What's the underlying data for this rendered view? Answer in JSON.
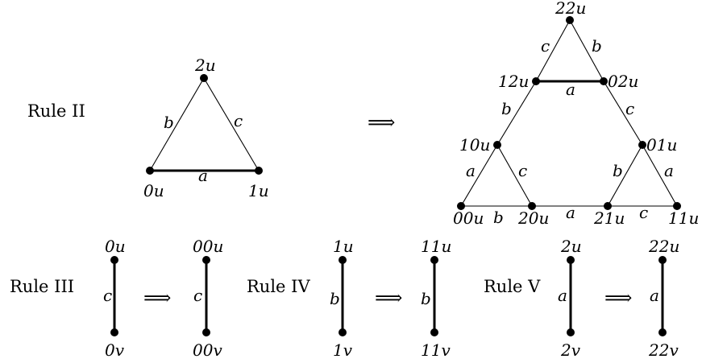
{
  "rules": {
    "rule2": {
      "name": "Rule II",
      "arrow": "⟹",
      "left": {
        "nodes": {
          "top": "2u",
          "left": "0u",
          "right": "1u"
        },
        "edges": {
          "bottom": "a",
          "left": "b",
          "right": "c"
        }
      },
      "right": {
        "nodes": {
          "n22": "22u",
          "n12": "12u",
          "n02": "02u",
          "n10": "10u",
          "n01": "01u",
          "n00": "00u",
          "n20": "20u",
          "n21": "21u",
          "n11": "11u"
        },
        "edges": {
          "top_left": "c",
          "top_right": "b",
          "top_bottom": "a",
          "mid_left": "b",
          "mid_right": "c",
          "bl_left": "a",
          "bl_right": "c",
          "bl_bottom": "b",
          "br_left": "b",
          "br_right": "a",
          "br_bottom": "c",
          "mid_bottom": "a"
        }
      }
    },
    "rule3": {
      "name": "Rule III",
      "arrow": "⟹",
      "left": {
        "top": "0u",
        "bottom": "0v",
        "edge": "c"
      },
      "right": {
        "top": "00u",
        "bottom": "00v",
        "edge": "c"
      }
    },
    "rule4": {
      "name": "Rule IV",
      "arrow": "⟹",
      "left": {
        "top": "1u",
        "bottom": "1v",
        "edge": "b"
      },
      "right": {
        "top": "11u",
        "bottom": "11v",
        "edge": "b"
      }
    },
    "rule5": {
      "name": "Rule V",
      "arrow": "⟹",
      "left": {
        "top": "2u",
        "bottom": "2v",
        "edge": "a"
      },
      "right": {
        "top": "22u",
        "bottom": "22v",
        "edge": "a"
      }
    }
  }
}
